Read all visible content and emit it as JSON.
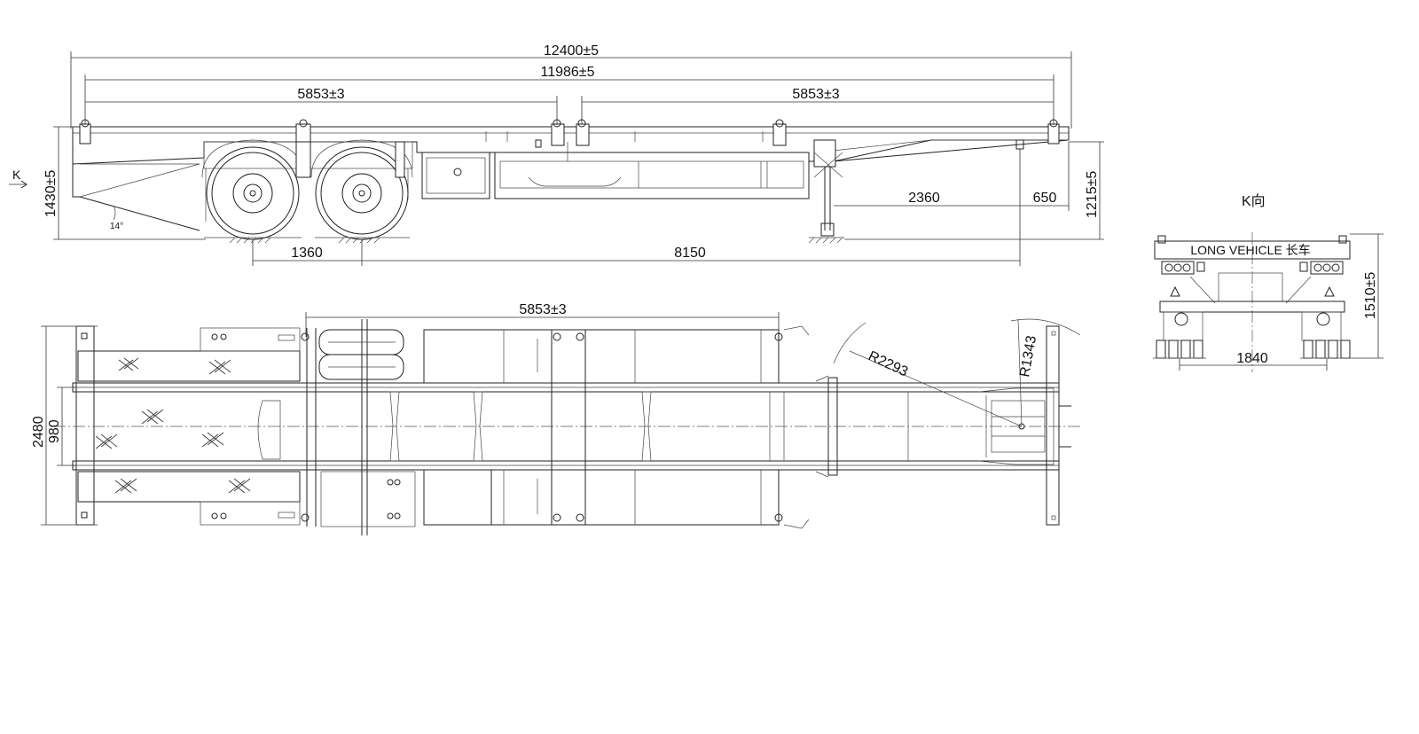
{
  "dims": {
    "overall_length": "12400±5",
    "box_length": "11986±5",
    "twist_span_left": "5853±3",
    "twist_span_right": "5853±3",
    "plan_span": "5853±3",
    "side_height": "1430±5",
    "front_height": "1215±5",
    "rear_height": "1510±5",
    "axle_spacing": "1360",
    "axle_to_kingpin": "8150",
    "landing_to_kingpin": "2360",
    "kingpin_to_front": "650",
    "overall_width": "2480",
    "frame_width": "980",
    "rear_track": "1840",
    "radius_front": "R2293",
    "radius_kingpin": "R1343",
    "slope_angle": "14°"
  },
  "views": {
    "k_marker": "K",
    "k_view_label": "K向"
  },
  "rear_view": {
    "plate_text": "LONG VEHICLE 长车"
  }
}
